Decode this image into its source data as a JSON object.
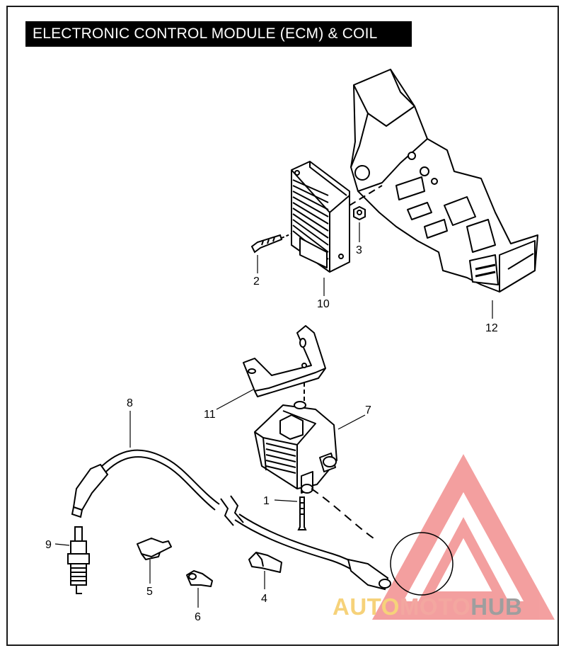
{
  "title": "ELECTRONIC CONTROL MODULE (ECM) & COIL",
  "callouts": [
    {
      "id": "1",
      "label": "1"
    },
    {
      "id": "2",
      "label": "2"
    },
    {
      "id": "3",
      "label": "3"
    },
    {
      "id": "4",
      "label": "4"
    },
    {
      "id": "5",
      "label": "5"
    },
    {
      "id": "6",
      "label": "6"
    },
    {
      "id": "7",
      "label": "7"
    },
    {
      "id": "8",
      "label": "8"
    },
    {
      "id": "9",
      "label": "9"
    },
    {
      "id": "10",
      "label": "10"
    },
    {
      "id": "11",
      "label": "11"
    },
    {
      "id": "12",
      "label": "12"
    }
  ],
  "watermark": {
    "part1": "AUTO",
    "part2": "MOTO",
    "part3": "HUB",
    "colors": {
      "auto": "#f6d27a",
      "moto": "#f3a7a0",
      "hub": "#9e9e9e",
      "logo": "#f08080"
    }
  }
}
